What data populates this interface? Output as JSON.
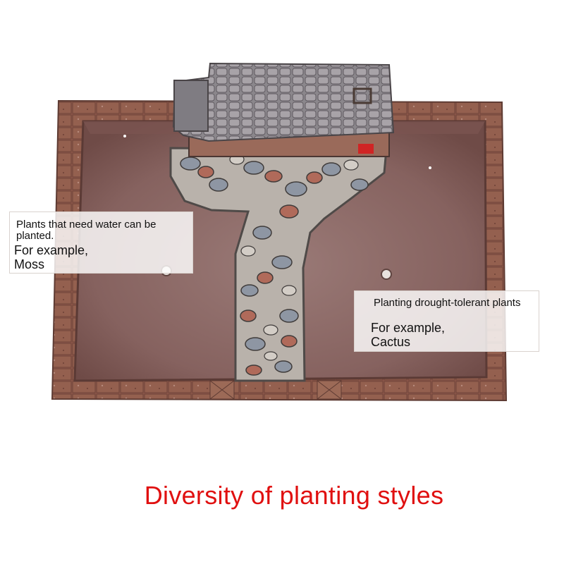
{
  "callouts": {
    "wet": {
      "note": "Plants that need water can be planted.",
      "example_label": "For example,",
      "example_plant": "Moss"
    },
    "dry": {
      "note": "Planting drought-tolerant plants",
      "example_label": "For example,",
      "example_plant": "Cactus"
    }
  },
  "caption": "Diversity of planting styles",
  "colors": {
    "caption": "#e01010",
    "tray_rim": "#8a5548",
    "tray_floor": "#8e6e6b",
    "roof": "#8c8a8e",
    "stone_path": "#b7b1ab"
  }
}
